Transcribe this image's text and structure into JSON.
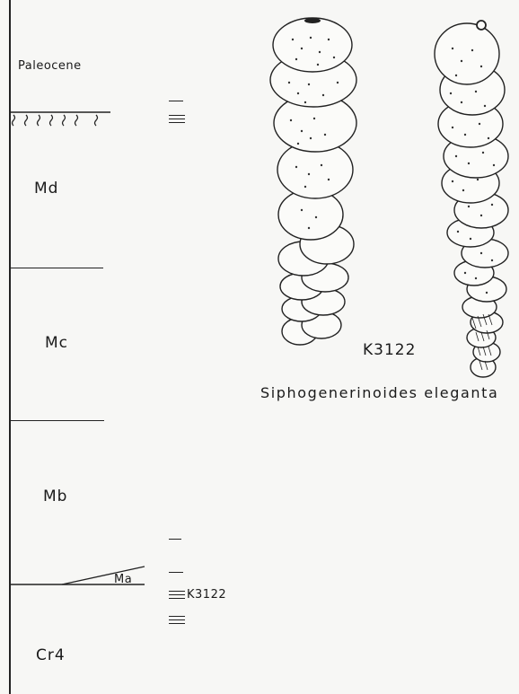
{
  "stratigraphy": {
    "units": [
      {
        "id": "paleocene",
        "label": "Paleocene"
      },
      {
        "id": "md",
        "label": "Md"
      },
      {
        "id": "mc",
        "label": "Mc"
      },
      {
        "id": "mb",
        "label": "Mb"
      },
      {
        "id": "ma",
        "label": "Ma"
      },
      {
        "id": "cr4",
        "label": "Cr4"
      }
    ],
    "sample_label": "K3122"
  },
  "figure": {
    "specimen_label": "K3122",
    "caption": "Siphogenerinoides eleganta"
  }
}
